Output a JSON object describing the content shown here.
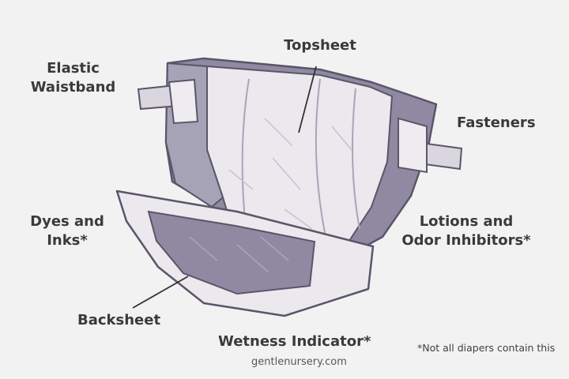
{
  "labels": {
    "topsheet": "Topsheet",
    "elastic_waistband": "Elastic\nWaistband",
    "fasteners": "Fasteners",
    "dyes_inks": "Dyes and\nInks*",
    "lotions": "Lotions and\nOdor Inhibitors*",
    "backsheet": "Backsheet",
    "wetness_indicator": "Wetness Indicator*"
  },
  "footnote": "*Not all diapers contain this",
  "credit": "gentlenursery.com",
  "colors": {
    "background": "#f3f2f3",
    "diaper_light": "#ebe8ee",
    "diaper_mid": "#b9b6c5",
    "diaper_dark": "#8f8aa2",
    "outline": "#5a5668",
    "label_text": "#3a3a3d"
  }
}
